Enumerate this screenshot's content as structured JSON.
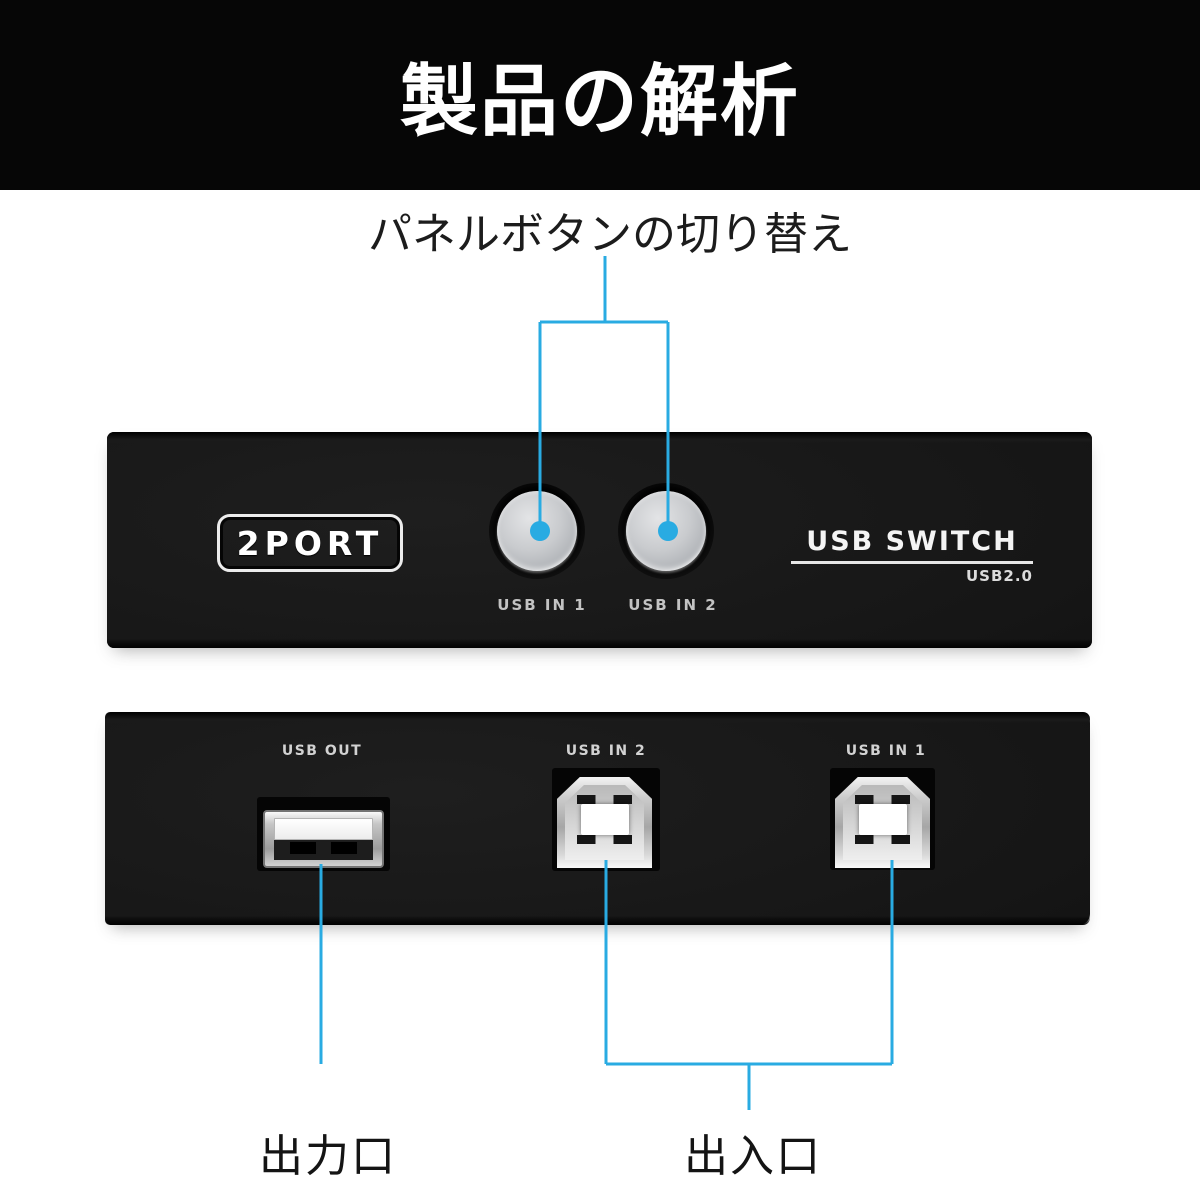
{
  "colors": {
    "accent": "#29abe2",
    "header_bg": "#060606",
    "device_body": "#141414"
  },
  "header": {
    "title": "製品の解析"
  },
  "callouts": {
    "panel_buttons": "パネルボタンの切り替え",
    "output_port": "出力口",
    "io_port": "出入口"
  },
  "front_panel": {
    "badge": "2PORT",
    "button_labels": [
      "USB IN 1",
      "USB IN 2"
    ],
    "brand": "USB SWITCH",
    "brand_sub": "USB2.0"
  },
  "rear_panel": {
    "ports": [
      {
        "label": "USB OUT",
        "type": "USB-A"
      },
      {
        "label": "USB IN 2",
        "type": "USB-B"
      },
      {
        "label": "USB IN 1",
        "type": "USB-B"
      }
    ]
  }
}
